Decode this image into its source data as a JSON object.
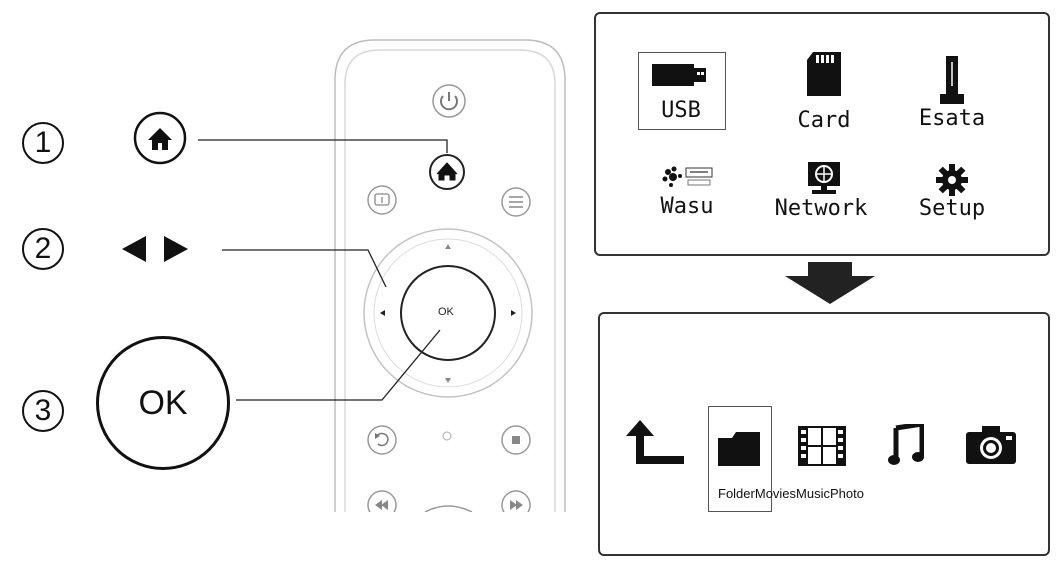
{
  "steps": {
    "step1_number": "1",
    "step2_number": "2",
    "step3_number": "3",
    "ok_button_label": "OK"
  },
  "remote": {
    "ok_label": "OK"
  },
  "home_menu": {
    "items": [
      {
        "label": "USB",
        "icon": "usb-drive-icon",
        "selected": true
      },
      {
        "label": "Card",
        "icon": "sd-card-icon",
        "selected": false
      },
      {
        "label": "Esata",
        "icon": "esata-icon",
        "selected": false
      },
      {
        "label": "Wasu",
        "icon": "wasu-logo-icon",
        "selected": false
      },
      {
        "label": "Network",
        "icon": "network-icon",
        "selected": false
      },
      {
        "label": "Setup",
        "icon": "gear-icon",
        "selected": false
      }
    ]
  },
  "media_menu": {
    "items": [
      {
        "label": "",
        "icon": "back-arrow-icon"
      },
      {
        "label": "Folder",
        "icon": "folder-icon",
        "selected": true
      },
      {
        "label": "Movies",
        "icon": "film-icon"
      },
      {
        "label": "Music",
        "icon": "music-note-icon"
      },
      {
        "label": "Photo",
        "icon": "camera-icon"
      }
    ]
  },
  "colors": {
    "ink": "#111111",
    "remote_outline": "#bbbbbb",
    "arrow": "#222222"
  }
}
